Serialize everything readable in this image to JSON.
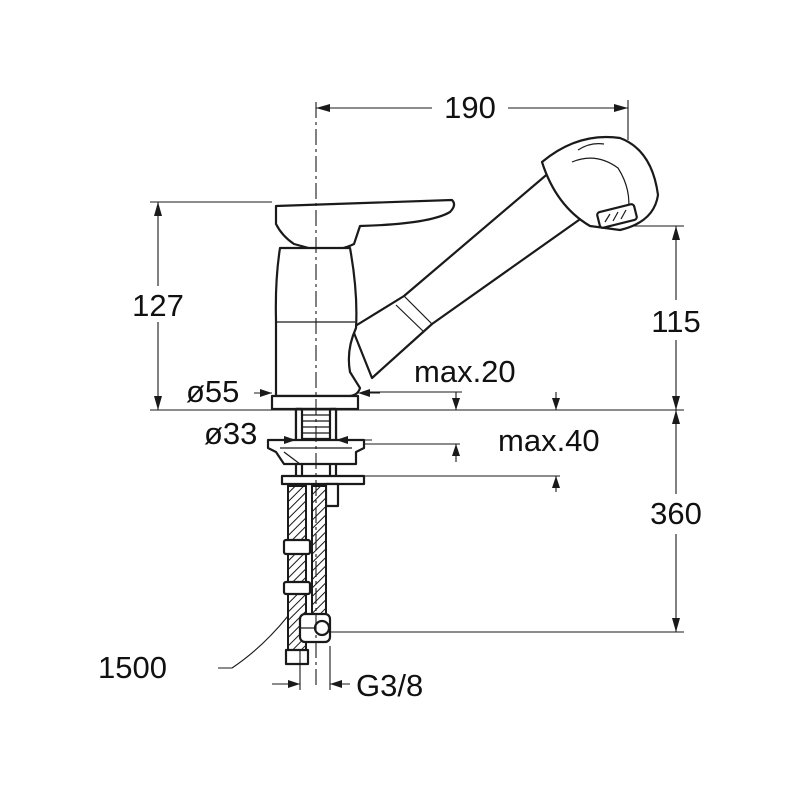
{
  "dimensions": {
    "reach": "190",
    "height_spout": "127",
    "height_outlet": "115",
    "base_diameter": "ø55",
    "hole_diameter": "ø33",
    "max_deck_mounted": "max.20",
    "max_deck_under": "max.40",
    "hose_depth": "360",
    "hose_length": "1500",
    "connection_thread": "G3/8"
  }
}
